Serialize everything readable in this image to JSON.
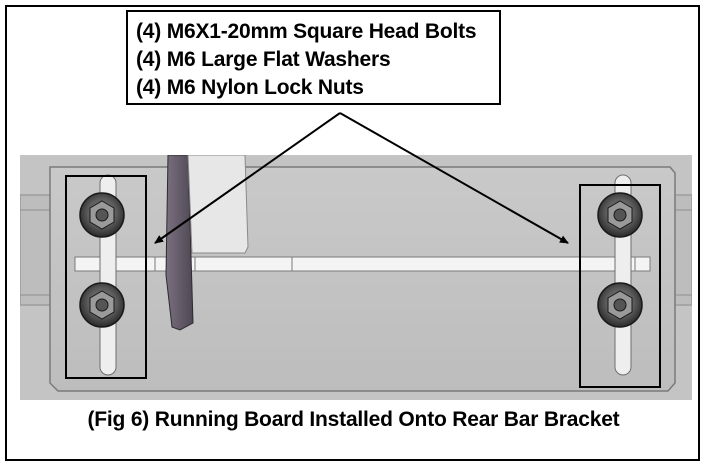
{
  "callout": {
    "lines": [
      "(4) M6X1-20mm Square Head Bolts",
      "(4) M6 Large Flat Washers",
      "(4) M6 Nylon Lock Nuts"
    ]
  },
  "caption": "(Fig 6) Running Board Installed Onto Rear Bar Bracket",
  "colors": {
    "border": "#000000",
    "plate": "#c8c8c8",
    "bar": "#f2f2f2",
    "arm": "#6e6470"
  },
  "icons": [
    "hex-nut-icon",
    "washer-icon"
  ]
}
